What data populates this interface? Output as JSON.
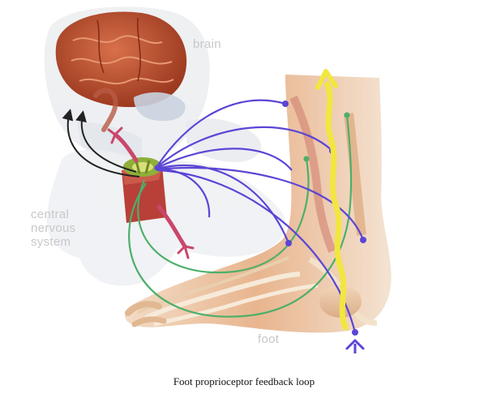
{
  "labels": {
    "brain": "brain",
    "central_nervous_system": "central\nnervous\nsystem",
    "foot": "foot"
  },
  "caption": "Foot proprioceptor feedback loop",
  "colors": {
    "efferent_nerve": "#5b45d6",
    "afferent_nerve": "#4caf6a",
    "brain_pathway": "#222222",
    "signal_arrow": "#f2e640",
    "brain_tissue": "#c24a2a",
    "spinal_cord": "#c0403a"
  }
}
